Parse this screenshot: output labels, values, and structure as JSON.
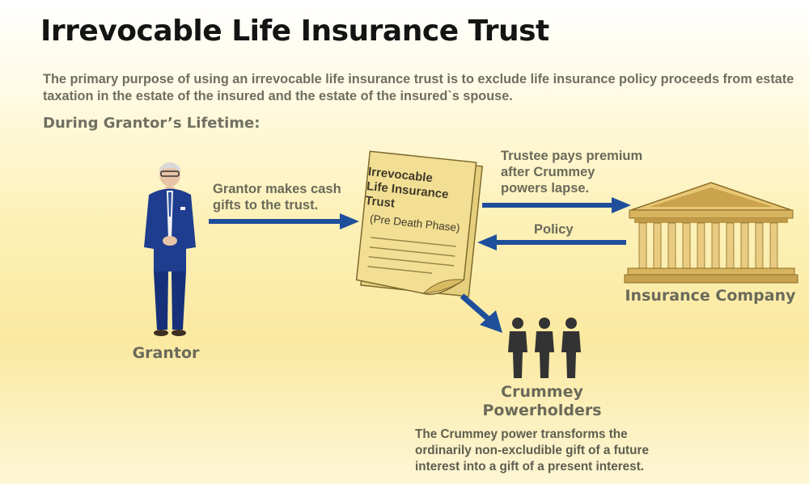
{
  "title": "Irrevocable Life Insurance Trust",
  "intro": "The primary purpose of using an irrevocable life insurance trust is to exclude life insurance policy proceeds from estate taxation in the estate of the insured and the estate of the insured`s spouse.",
  "section_heading": "During Grantor’s Lifetime:",
  "grantor": {
    "label": "Grantor",
    "action_line1": "Grantor makes cash",
    "action_line2": "gifts to the trust."
  },
  "trust_document": {
    "title_line1": "Irrevocable",
    "title_line2": "Life Insurance",
    "title_line3": "Trust",
    "subtitle": "(Pre Death Phase)"
  },
  "trustee_premium": {
    "line1": "Trustee pays premium",
    "line2": "after Crummey",
    "line3": "powers lapse."
  },
  "policy_label": "Policy",
  "insurance_company": {
    "label": "Insurance Company"
  },
  "crummey": {
    "label_line1": "Crummey",
    "label_line2": "Powerholders",
    "note_line1": "The Crummey power transforms the",
    "note_line2": "ordinarily non-excludible gift of a future",
    "note_line3": "interest into a gift of a present interest."
  },
  "colors": {
    "arrow": "#1f4f9b",
    "title": "#141414",
    "text": "#6b6b5a",
    "people": "#333333",
    "document": "#f2dd8f",
    "building": "#d9b45e"
  }
}
